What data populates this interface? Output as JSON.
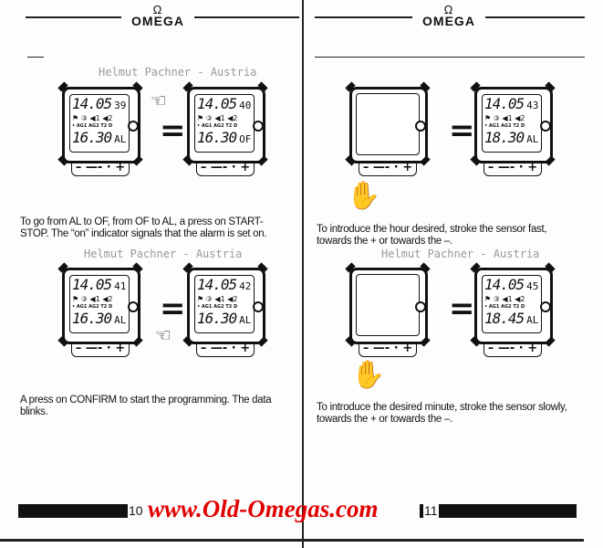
{
  "header": {
    "omega_symbol": "Ω",
    "brand": "OMEGA"
  },
  "watermark": "Helmut Pachner - Austria",
  "equals": "=",
  "watch_common": {
    "icons": "⚑ ③ ◀1 ◀2",
    "labels": "•  AG1  AG2  T2  D",
    "band": "– —- · +"
  },
  "watches": [
    {
      "time": "14.05",
      "sec": "39",
      "alarm": "16.30",
      "mode": "AL"
    },
    {
      "time": "14.05",
      "sec": "40",
      "alarm": "16.30",
      "mode": "OF"
    },
    {
      "time": "14.05",
      "sec": "41",
      "alarm": "16.30",
      "mode": "AL"
    },
    {
      "time": "14.05",
      "sec": "42",
      "alarm": "16.30",
      "mode": "AL"
    },
    {
      "blank": true
    },
    {
      "time": "14.05",
      "sec": "43",
      "alarm": "18.30",
      "mode": "AL"
    },
    {
      "blank": true
    },
    {
      "time": "14.05",
      "sec": "45",
      "alarm": "18.45",
      "mode": "AL"
    }
  ],
  "left": {
    "p1": [
      "To go from AL to OF, from OF to AL, a press on START-",
      "STOP. The “on” indicator signals that the alarm is set on."
    ],
    "p2": [
      "A press on CONFIRM to start the programming. The data",
      "blinks."
    ],
    "page_number": "10"
  },
  "right": {
    "p1": [
      "To introduce the hour desired, stroke the sensor fast,",
      "towards the + or towards the –."
    ],
    "p2": [
      "To introduce the desired minute, stroke the sensor slowly,",
      "towards the + or towards the –."
    ],
    "page_number": "11"
  },
  "footer": {
    "site": "www.Old-Omegas.com"
  }
}
